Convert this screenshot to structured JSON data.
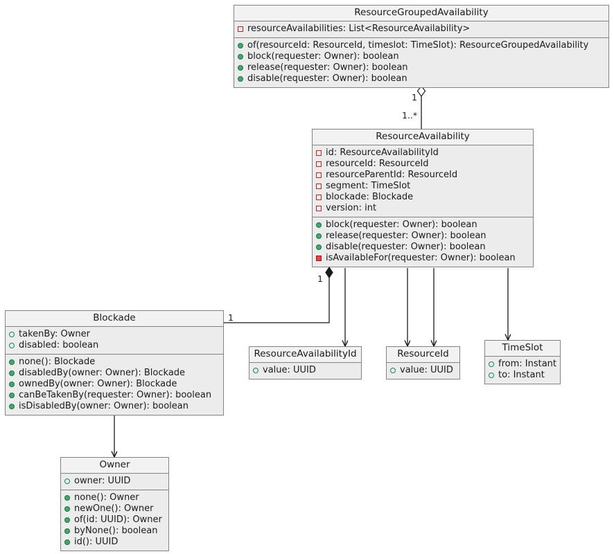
{
  "diagram": {
    "kind": "uml-class-diagram",
    "background": "#ffffff",
    "line_color": "#1a1a1a",
    "box_border": "#838383",
    "box_header_fill": "#f2f2f2",
    "box_body_fill": "#ececec",
    "private_marker_color": "#c9211e",
    "public_marker_color": "#4fa26d"
  },
  "classes": {
    "resource_grouped_availability": {
      "name": "ResourceGroupedAvailability",
      "fields": [
        {
          "visibility": "private",
          "text": "resourceAvailabilities: List<ResourceAvailability>"
        }
      ],
      "methods": [
        {
          "visibility": "public",
          "text": "of(resourceId: ResourceId, timeslot: TimeSlot): ResourceGroupedAvailability"
        },
        {
          "visibility": "public",
          "text": "block(requester: Owner): boolean"
        },
        {
          "visibility": "public",
          "text": "release(requester: Owner): boolean"
        },
        {
          "visibility": "public",
          "text": "disable(requester: Owner): boolean"
        }
      ]
    },
    "resource_availability": {
      "name": "ResourceAvailability",
      "fields": [
        {
          "visibility": "private",
          "text": "id: ResourceAvailabilityId"
        },
        {
          "visibility": "private",
          "text": "resourceId: ResourceId"
        },
        {
          "visibility": "private",
          "text": "resourceParentId: ResourceId"
        },
        {
          "visibility": "private",
          "text": "segment: TimeSlot"
        },
        {
          "visibility": "private",
          "text": "blockade: Blockade"
        },
        {
          "visibility": "private",
          "text": "version: int"
        }
      ],
      "methods": [
        {
          "visibility": "public",
          "text": "block(requester: Owner): boolean"
        },
        {
          "visibility": "public",
          "text": "release(requester: Owner): boolean"
        },
        {
          "visibility": "public",
          "text": "disable(requester: Owner): boolean"
        },
        {
          "visibility": "private",
          "text": "isAvailableFor(requester: Owner): boolean"
        }
      ]
    },
    "blockade": {
      "name": "Blockade",
      "fields": [
        {
          "visibility": "public",
          "text": "takenBy: Owner"
        },
        {
          "visibility": "public",
          "text": "disabled: boolean"
        }
      ],
      "methods": [
        {
          "visibility": "public",
          "text": "none(): Blockade"
        },
        {
          "visibility": "public",
          "text": "disabledBy(owner: Owner): Blockade"
        },
        {
          "visibility": "public",
          "text": "ownedBy(owner: Owner): Blockade"
        },
        {
          "visibility": "public",
          "text": "canBeTakenBy(requester: Owner): boolean"
        },
        {
          "visibility": "public",
          "text": "isDisabledBy(owner: Owner): boolean"
        }
      ]
    },
    "owner": {
      "name": "Owner",
      "fields": [
        {
          "visibility": "public",
          "text": "owner: UUID"
        }
      ],
      "methods": [
        {
          "visibility": "public",
          "text": "none(): Owner"
        },
        {
          "visibility": "public",
          "text": "newOne(): Owner"
        },
        {
          "visibility": "public",
          "text": "of(id: UUID): Owner"
        },
        {
          "visibility": "public",
          "text": "byNone(): boolean"
        },
        {
          "visibility": "public",
          "text": "id(): UUID"
        }
      ]
    },
    "resource_availability_id": {
      "name": "ResourceAvailabilityId",
      "fields": [
        {
          "visibility": "public",
          "text": "value: UUID"
        }
      ],
      "methods": []
    },
    "resource_id": {
      "name": "ResourceId",
      "fields": [
        {
          "visibility": "public",
          "text": "value: UUID"
        }
      ],
      "methods": []
    },
    "time_slot": {
      "name": "TimeSlot",
      "fields": [
        {
          "visibility": "public",
          "text": "from: Instant"
        },
        {
          "visibility": "public",
          "text": "to: Instant"
        }
      ],
      "methods": []
    }
  },
  "relationships": [
    {
      "id": "grouped-aggregates-availability",
      "type": "aggregation",
      "from": "ResourceGroupedAvailability",
      "to": "ResourceAvailability",
      "from_multiplicity": "1",
      "to_multiplicity": "1..*"
    },
    {
      "id": "availability-composes-blockade",
      "type": "composition",
      "from": "ResourceAvailability",
      "to": "Blockade",
      "from_multiplicity": "1",
      "to_multiplicity": "1"
    },
    {
      "id": "availability-uses-availability-id",
      "type": "dependency",
      "from": "ResourceAvailability",
      "to": "ResourceAvailabilityId"
    },
    {
      "id": "availability-uses-resource-id",
      "type": "dependency",
      "from": "ResourceAvailability",
      "to": "ResourceId"
    },
    {
      "id": "availability-uses-resource-parent-id",
      "type": "dependency",
      "from": "ResourceAvailability",
      "to": "ResourceId"
    },
    {
      "id": "availability-uses-time-slot",
      "type": "dependency",
      "from": "ResourceAvailability",
      "to": "TimeSlot"
    },
    {
      "id": "blockade-uses-owner",
      "type": "dependency",
      "from": "Blockade",
      "to": "Owner"
    }
  ],
  "edge_labels": {
    "grouped_end": "1",
    "availability_end": "1..*",
    "availability_blockade_end": "1",
    "blockade_end": "1"
  }
}
